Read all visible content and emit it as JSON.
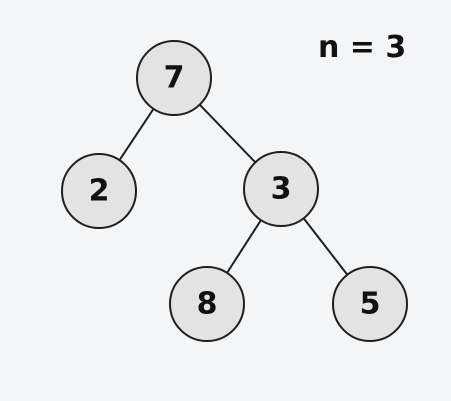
{
  "tree": {
    "annotation": "n = 3",
    "nodes": [
      {
        "id": "root",
        "label": "7"
      },
      {
        "id": "left",
        "label": "2"
      },
      {
        "id": "right",
        "label": "3"
      },
      {
        "id": "right-left",
        "label": "8"
      },
      {
        "id": "right-right",
        "label": "5"
      }
    ],
    "edges": [
      {
        "from": "root",
        "to": "left"
      },
      {
        "from": "root",
        "to": "right"
      },
      {
        "from": "right",
        "to": "right-left"
      },
      {
        "from": "right",
        "to": "right-right"
      }
    ]
  },
  "colors": {
    "background": "#f4f5f7",
    "node_fill": "#e3e3e3",
    "stroke": "#1f1f1f",
    "text": "#111111"
  }
}
